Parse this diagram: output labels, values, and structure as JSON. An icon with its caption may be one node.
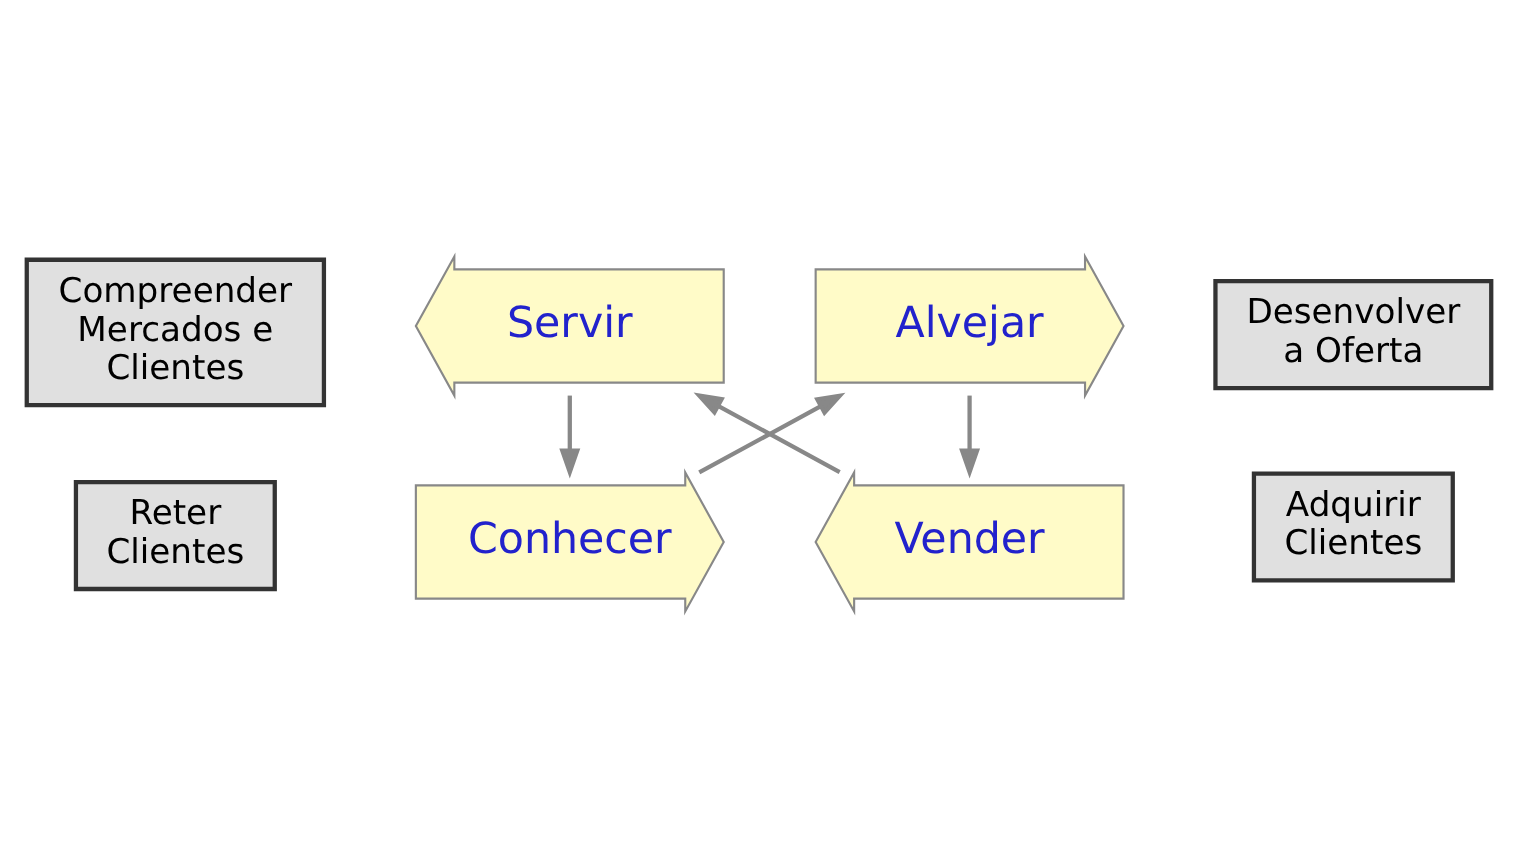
{
  "diagram": {
    "nodes": [
      {
        "text": [
          "Conhecer"
        ]
      },
      {
        "text": [
          "Alvejar"
        ]
      },
      {
        "text": [
          "Vender"
        ]
      },
      {
        "text": [
          "Servir"
        ]
      },
      {
        "text": [
          "Compreender Mercados e Clientes"
        ]
      },
      {
        "text": [
          "Desenvolver a Oferta"
        ]
      },
      {
        "text": [
          "Adquirir Clientes"
        ]
      },
      {
        "text": [
          "Reter Clientes"
        ]
      }
    ],
    "edges": [
      {
        "from": 0,
        "to": 1,
        "arrow": "to"
      },
      {
        "from": 1,
        "to": 2,
        "arrow": "to"
      },
      {
        "from": 2,
        "to": 3,
        "arrow": "to"
      },
      {
        "from": 3,
        "to": 0,
        "arrow": "to"
      }
    ]
  }
}
